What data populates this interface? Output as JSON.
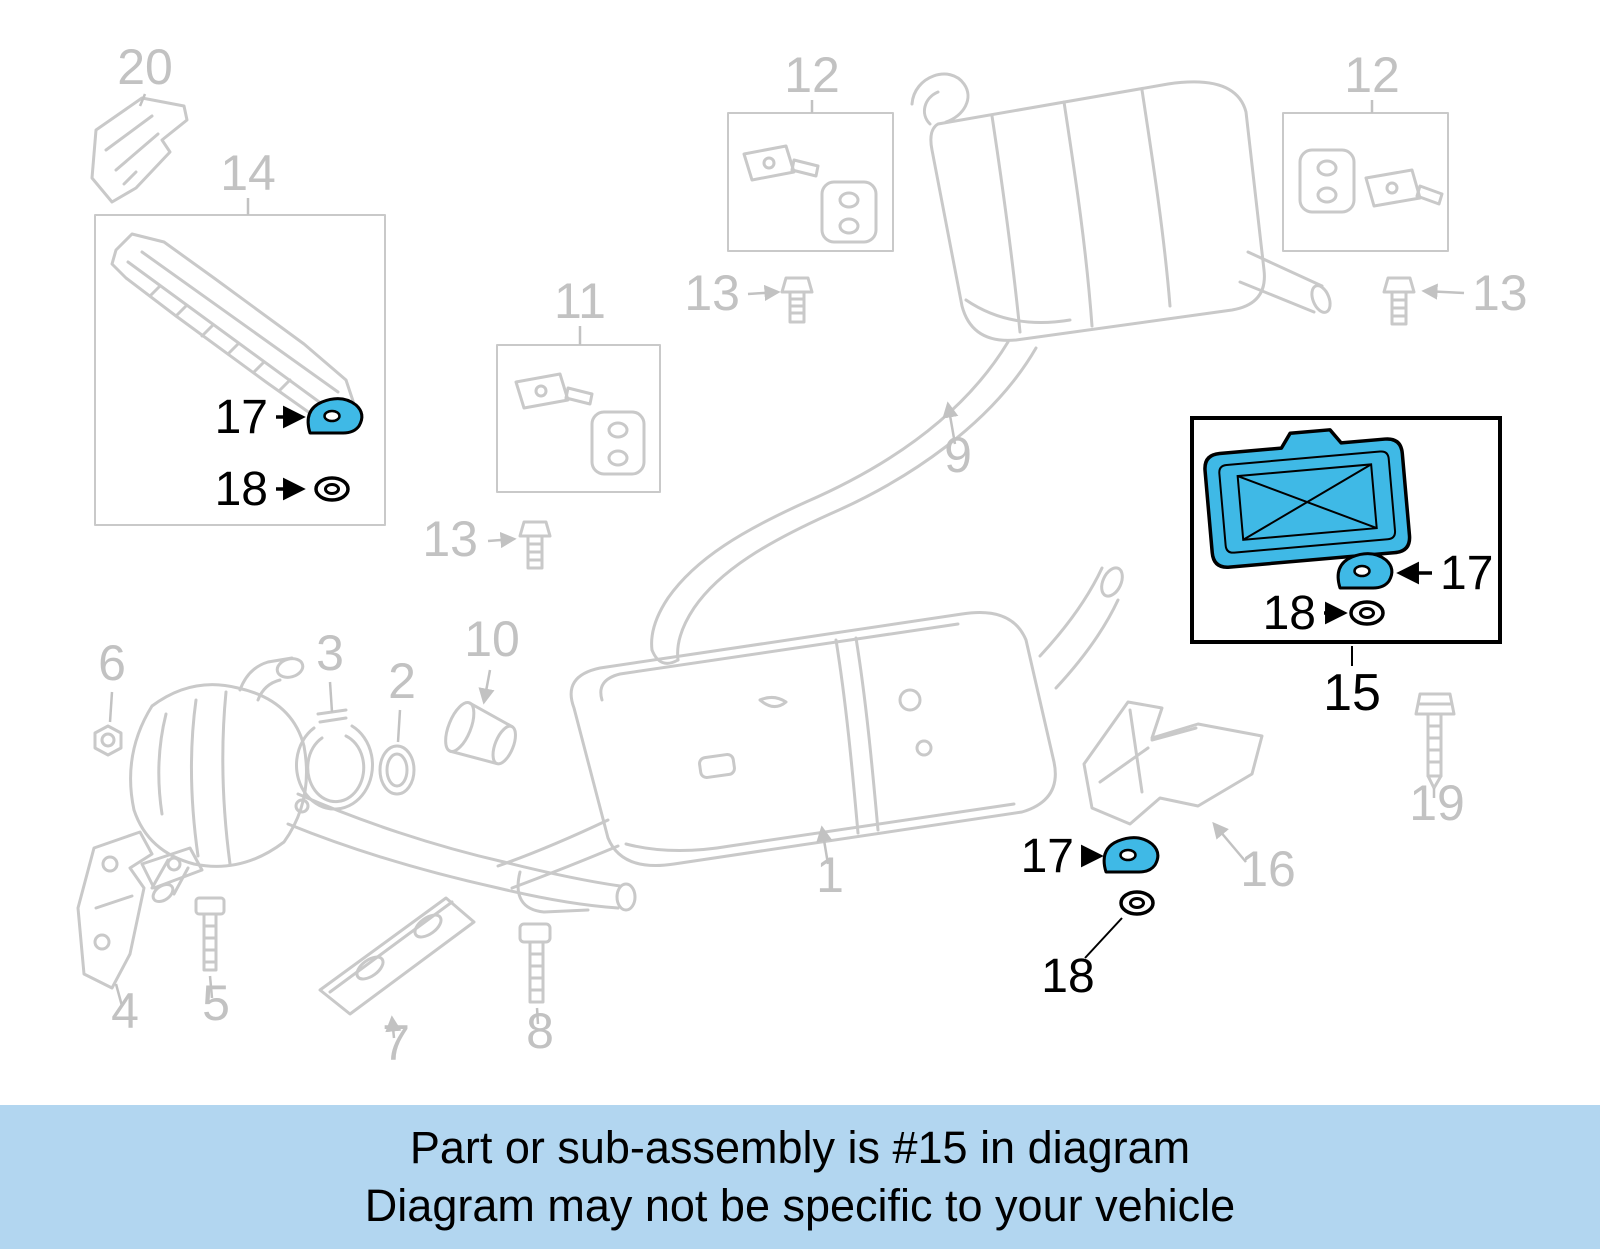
{
  "banner": {
    "line1": "Part or sub-assembly is #15 in diagram",
    "line2": "Diagram may not be specific to your vehicle"
  },
  "colors": {
    "line_art_gray": "#c9c9c9",
    "label_gray": "#c2c2c2",
    "highlight_blue": "#3fb9e6",
    "callout_black": "#000000",
    "banner_background": "#b2d6f0",
    "banner_text": "#000000"
  },
  "labels": {
    "n1": "1",
    "n2": "2",
    "n3": "3",
    "n4": "4",
    "n5": "5",
    "n6": "6",
    "n7": "7",
    "n8": "8",
    "n9": "9",
    "n10": "10",
    "n11": "11",
    "n12a": "12",
    "n12b": "12",
    "n13a": "13",
    "n13b": "13",
    "n13c": "13",
    "n14": "14",
    "n15": "15",
    "n16": "16",
    "n17a": "17",
    "n17b": "17",
    "n17c": "17",
    "n18a": "18",
    "n18b": "18",
    "n18c": "18",
    "n19": "19",
    "n20": "20"
  }
}
